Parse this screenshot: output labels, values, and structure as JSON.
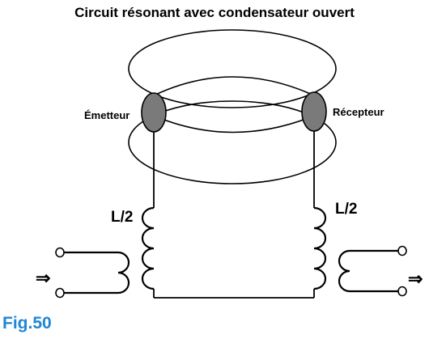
{
  "figure": {
    "title": "Circuit résonant avec condensateur ouvert",
    "emitter_label": "Émetteur",
    "receiver_label": "Récepteur",
    "left_inductor_label": "L/2",
    "right_inductor_label": "L/2",
    "input_arrow": "⇒",
    "output_arrow": "⇒",
    "fig_label": "Fig.50"
  },
  "colors": {
    "line": "#000000",
    "electrode": "#7a7a7a",
    "fig_label": "#1f86d6"
  }
}
